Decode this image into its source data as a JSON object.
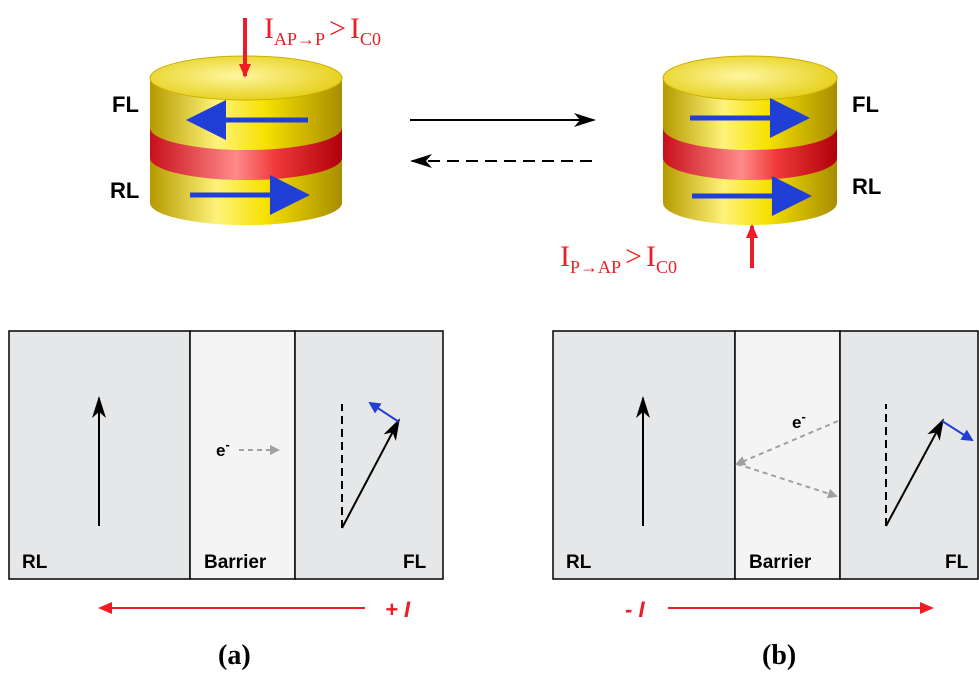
{
  "colors": {
    "red": "#ee1c24",
    "blue": "#1f3fd6",
    "gold": "#e8d400",
    "panel_gray": "#e6e7e8",
    "barrier_gray": "#f4f4f4",
    "electron_gray": "#a0a0a0"
  },
  "top": {
    "left_stack": {
      "fl_label": "FL",
      "rl_label": "RL",
      "current": {
        "base": "I",
        "sub": "AP→P",
        "op": ">",
        "threshold": "I",
        "threshold_sub": "C0"
      }
    },
    "right_stack": {
      "fl_label": "FL",
      "rl_label": "RL",
      "current": {
        "base": "I",
        "sub": "P→AP",
        "op": ">",
        "threshold": "I",
        "threshold_sub": "C0"
      }
    }
  },
  "panel_a": {
    "rl_label": "RL",
    "barrier_label": "Barrier",
    "fl_label": "FL",
    "electron_label": "e",
    "electron_sup": "-",
    "current_label": "+ I",
    "caption": "(a)"
  },
  "panel_b": {
    "rl_label": "RL",
    "barrier_label": "Barrier",
    "fl_label": "FL",
    "electron_label": "e",
    "electron_sup": "-",
    "current_label": "- I",
    "caption": "(b)"
  }
}
